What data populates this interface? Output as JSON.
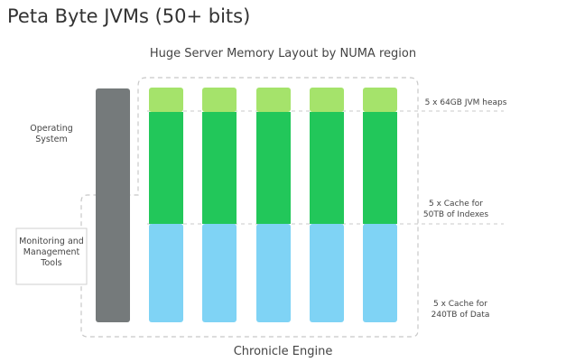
{
  "title": "Peta Byte JVMs (50+ bits)",
  "subtitle": "Huge Server Memory Layout by NUMA region",
  "os_label": "Operating System",
  "monitoring_label": "Monitoring and Management Tools",
  "footer_label": "Chronicle Engine",
  "legend": {
    "heaps": "5 x 64GB JVM heaps",
    "indexes": "5 x Cache for 50TB of Indexes",
    "data": "5 x Cache for 240TB of Data"
  },
  "colors": {
    "heap": "#a5e36b",
    "index": "#22c75a",
    "data": "#7fd3f5",
    "os_bar": "#757a7b",
    "dash": "#c8c8c8"
  },
  "column_count": 5
}
